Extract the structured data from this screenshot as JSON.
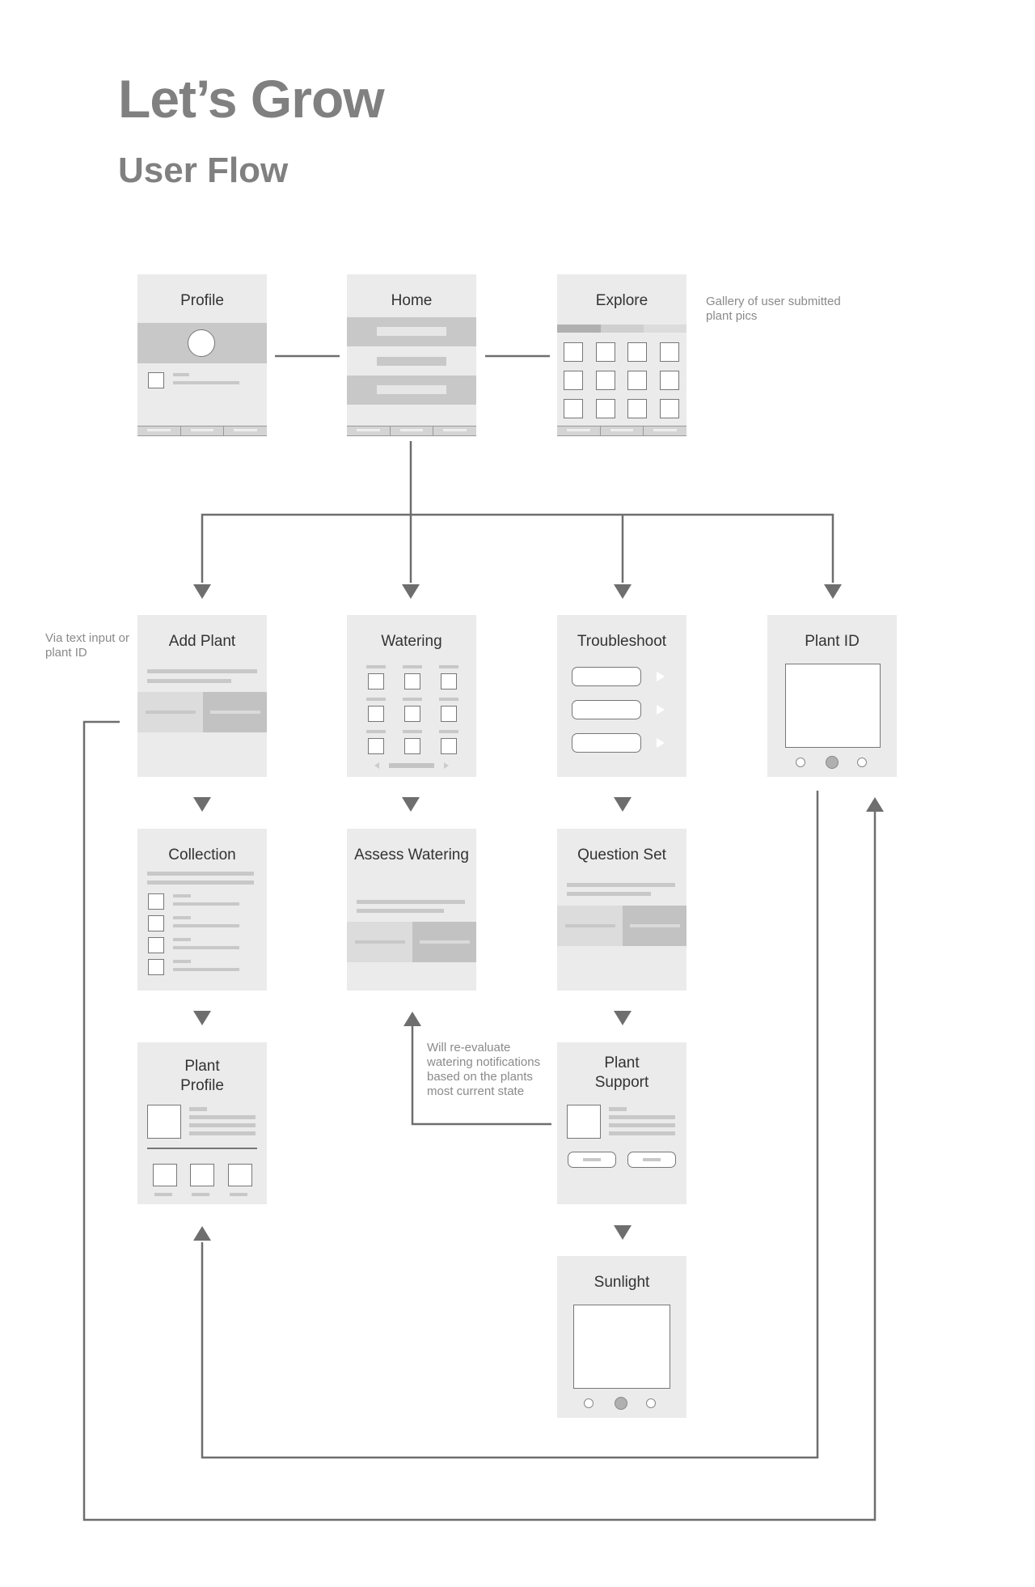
{
  "header": {
    "title": "Let’s Grow",
    "subtitle": "User Flow"
  },
  "notes": {
    "gallery": "Gallery of user submitted plant pics",
    "via_input": "Via text input or plant ID",
    "reevaluate": "Will re-evaluate watering notifications based on the plants most current state"
  },
  "screens": {
    "profile": "Profile",
    "home": "Home",
    "explore": "Explore",
    "add_plant": "Add Plant",
    "watering": "Watering",
    "troubleshoot": "Troubleshoot",
    "plant_id": "Plant ID",
    "collection": "Collection",
    "assess_watering": "Assess Watering",
    "question_set": "Question Set",
    "plant_profile": "Plant Profile",
    "plant_support": "Plant Support",
    "sunlight": "Sunlight"
  },
  "colors": {
    "card_bg": "#ebebeb",
    "connector": "#6e6e6e",
    "heading": "#808080"
  }
}
